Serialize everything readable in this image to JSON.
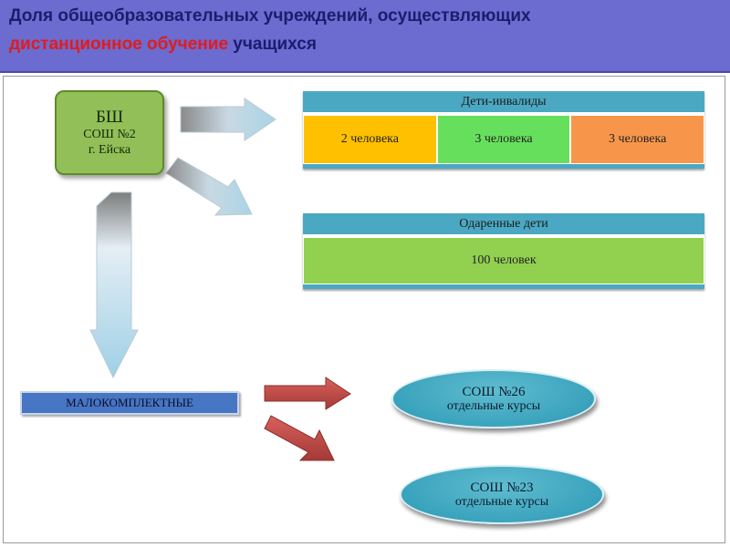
{
  "slide": {
    "title_part1": "Доля общеобразовательных учреждений, осуществляющих",
    "title_highlight": "дистанционное обучение",
    "title_part2": "учащихся"
  },
  "root_node": {
    "line1": "БШ",
    "line2": "СОШ №2",
    "line3": "г. Ейска"
  },
  "disabled_children": {
    "header": "Дети-инвалиды",
    "cells": [
      "2 человека",
      "3 человека",
      "3 человека"
    ]
  },
  "gifted_children": {
    "header": "Одаренные дети",
    "value": "100 человек"
  },
  "small_schools": {
    "label": "МАЛОКОМПЛЕКТНЫЕ"
  },
  "school_26": {
    "title": "СОШ №26",
    "subtitle": "отдельные курсы"
  },
  "school_23": {
    "title": "СОШ №23",
    "subtitle": "отдельные курсы"
  },
  "colors": {
    "title_bg": "#6b6bd0",
    "title_text": "#1c1c6e",
    "title_highlight": "#e31b1b",
    "root_green": "#93bf58",
    "panel_header": "#4ba8c3",
    "cell_yellow": "#ffc000",
    "cell_green": "#66e05c",
    "cell_orange": "#f7964a",
    "gifted_green": "#92d050",
    "small_schools_blue": "#4676c4",
    "oval_teal": "#3aa3bd",
    "arrow_red": "#c0504d"
  }
}
